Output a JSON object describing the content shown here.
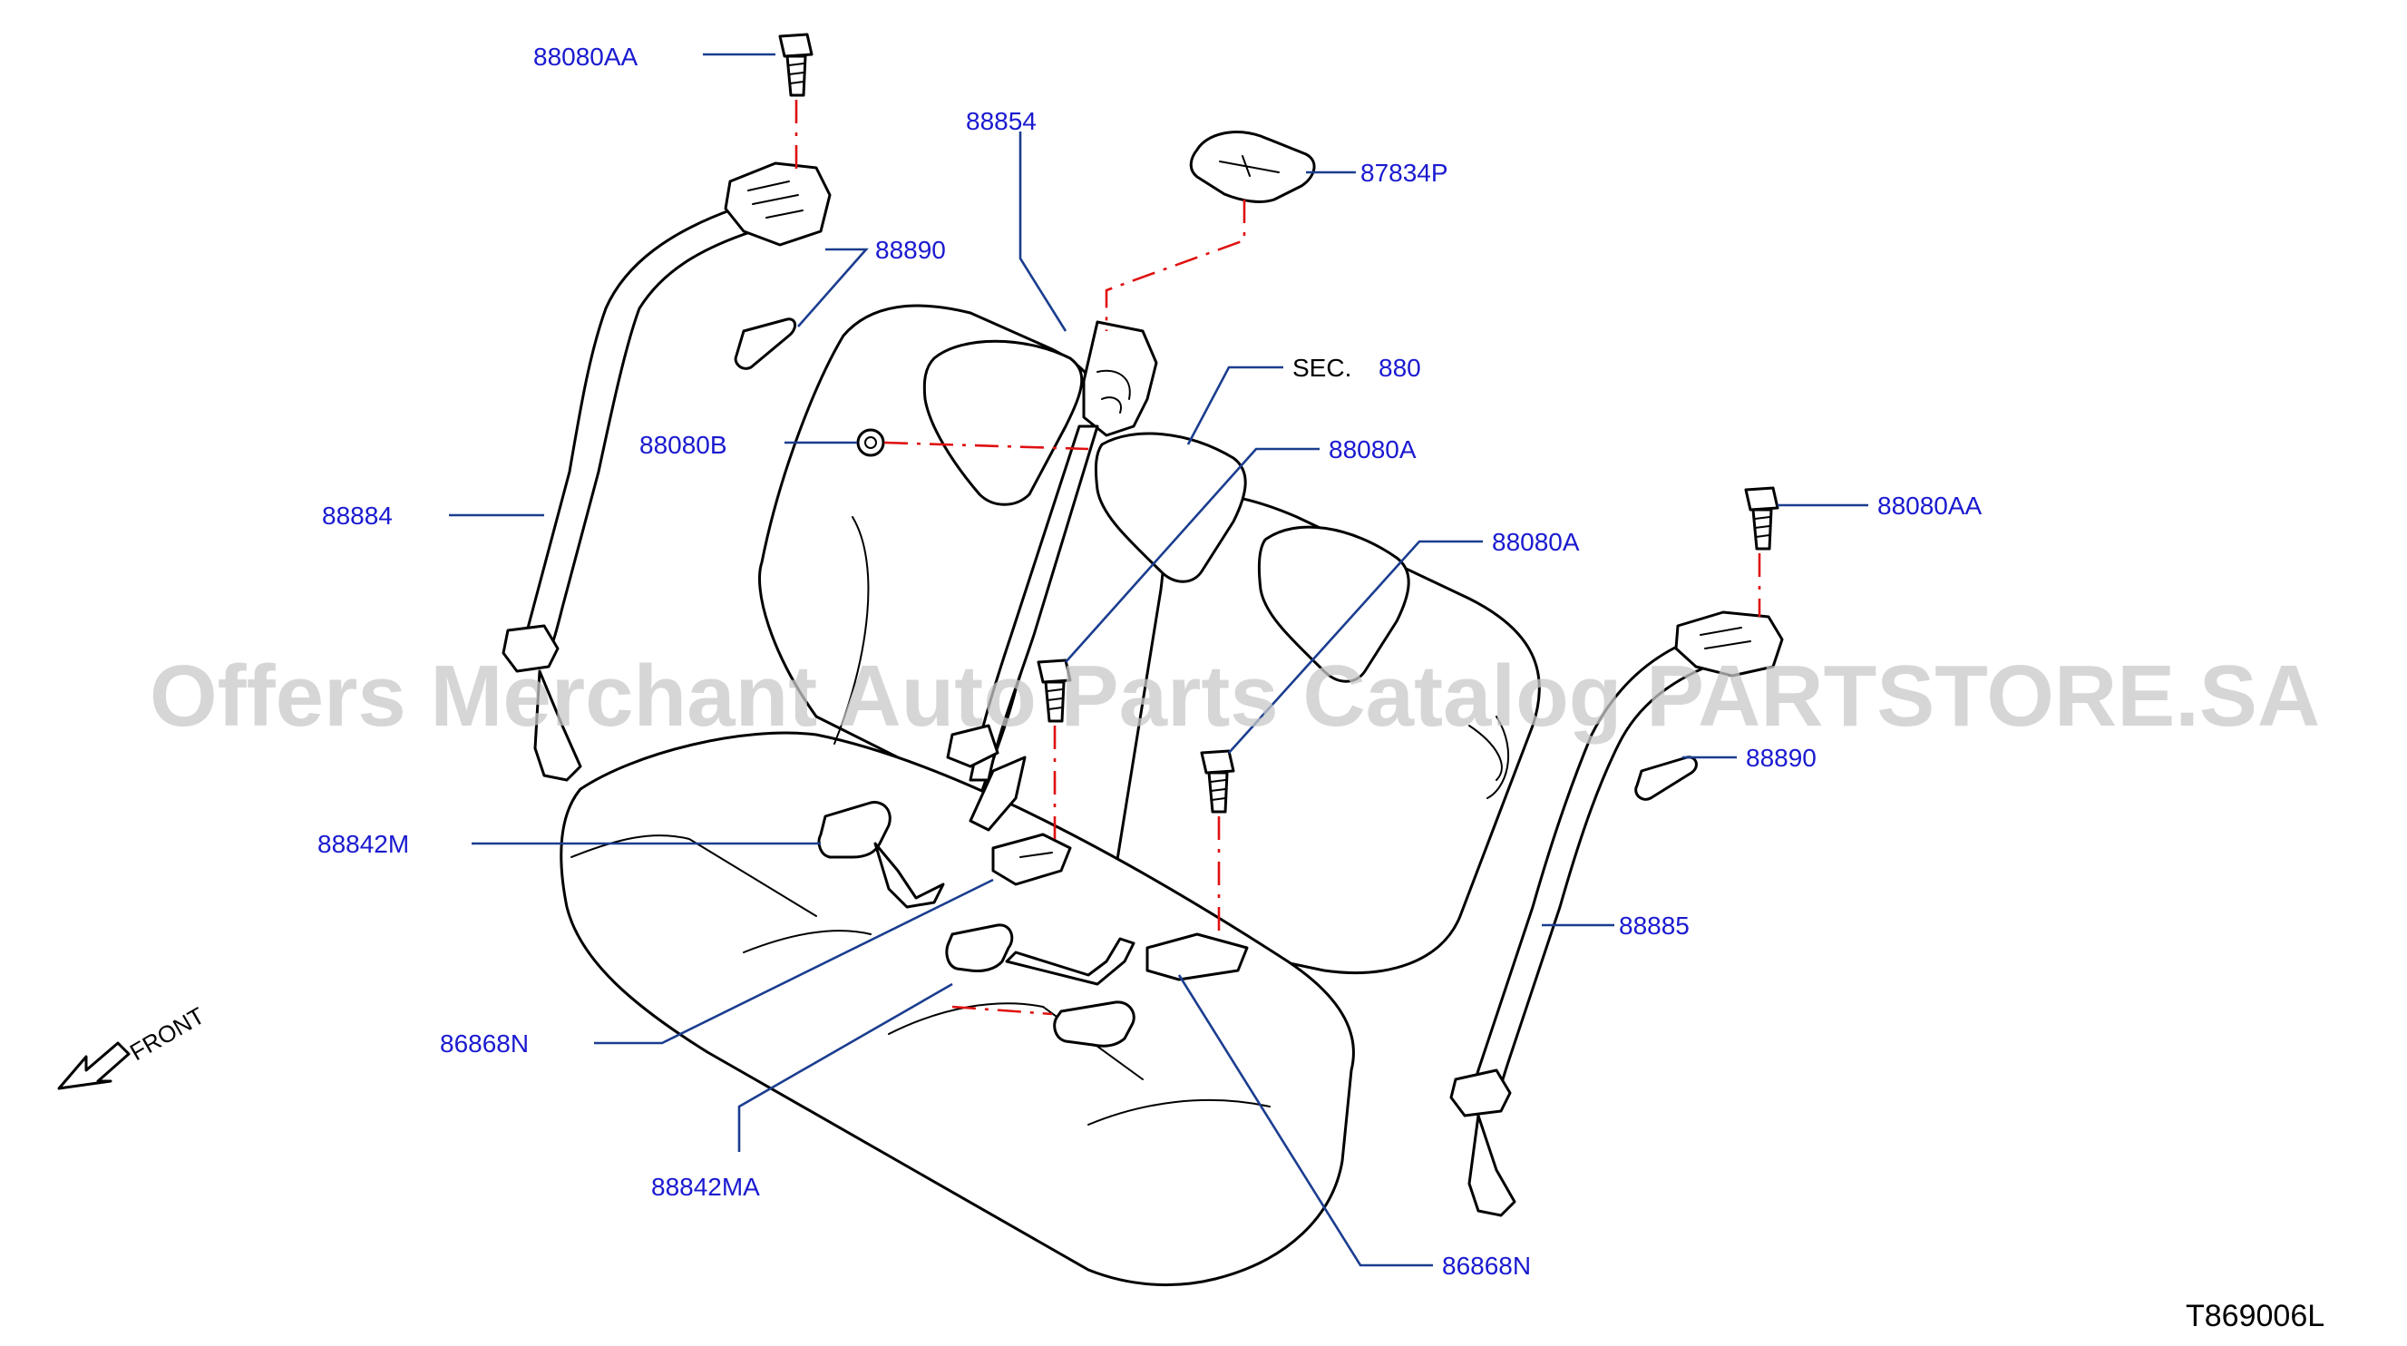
{
  "diagram": {
    "watermark": "Offers Merchant Auto Parts Catalog PARTSTORE.SA",
    "drawing_code": "T869006L",
    "direction_label": "FRONT",
    "colors": {
      "label": "#1a1ad0",
      "leader": "#1a3d8f",
      "dashed_link": "#e01010",
      "line": "#000000",
      "watermark": "#c8c8c8"
    },
    "callouts": [
      {
        "id": "88080AA-left",
        "text": "88080AA"
      },
      {
        "id": "88854",
        "text": "88854"
      },
      {
        "id": "87834P",
        "text": "87834P"
      },
      {
        "id": "88890-left",
        "text": "88890"
      },
      {
        "id": "sec-880",
        "prefix": "SEC.",
        "text": "880"
      },
      {
        "id": "88080B",
        "text": "88080B"
      },
      {
        "id": "88080A-center",
        "text": "88080A"
      },
      {
        "id": "88080AA-right",
        "text": "88080AA"
      },
      {
        "id": "88884",
        "text": "88884"
      },
      {
        "id": "88080A-right",
        "text": "88080A"
      },
      {
        "id": "88890-right",
        "text": "88890"
      },
      {
        "id": "88842M",
        "text": "88842M"
      },
      {
        "id": "88885",
        "text": "88885"
      },
      {
        "id": "86868N-left",
        "text": "86868N"
      },
      {
        "id": "88842MA",
        "text": "88842MA"
      },
      {
        "id": "86868N-right",
        "text": "86868N"
      }
    ]
  }
}
